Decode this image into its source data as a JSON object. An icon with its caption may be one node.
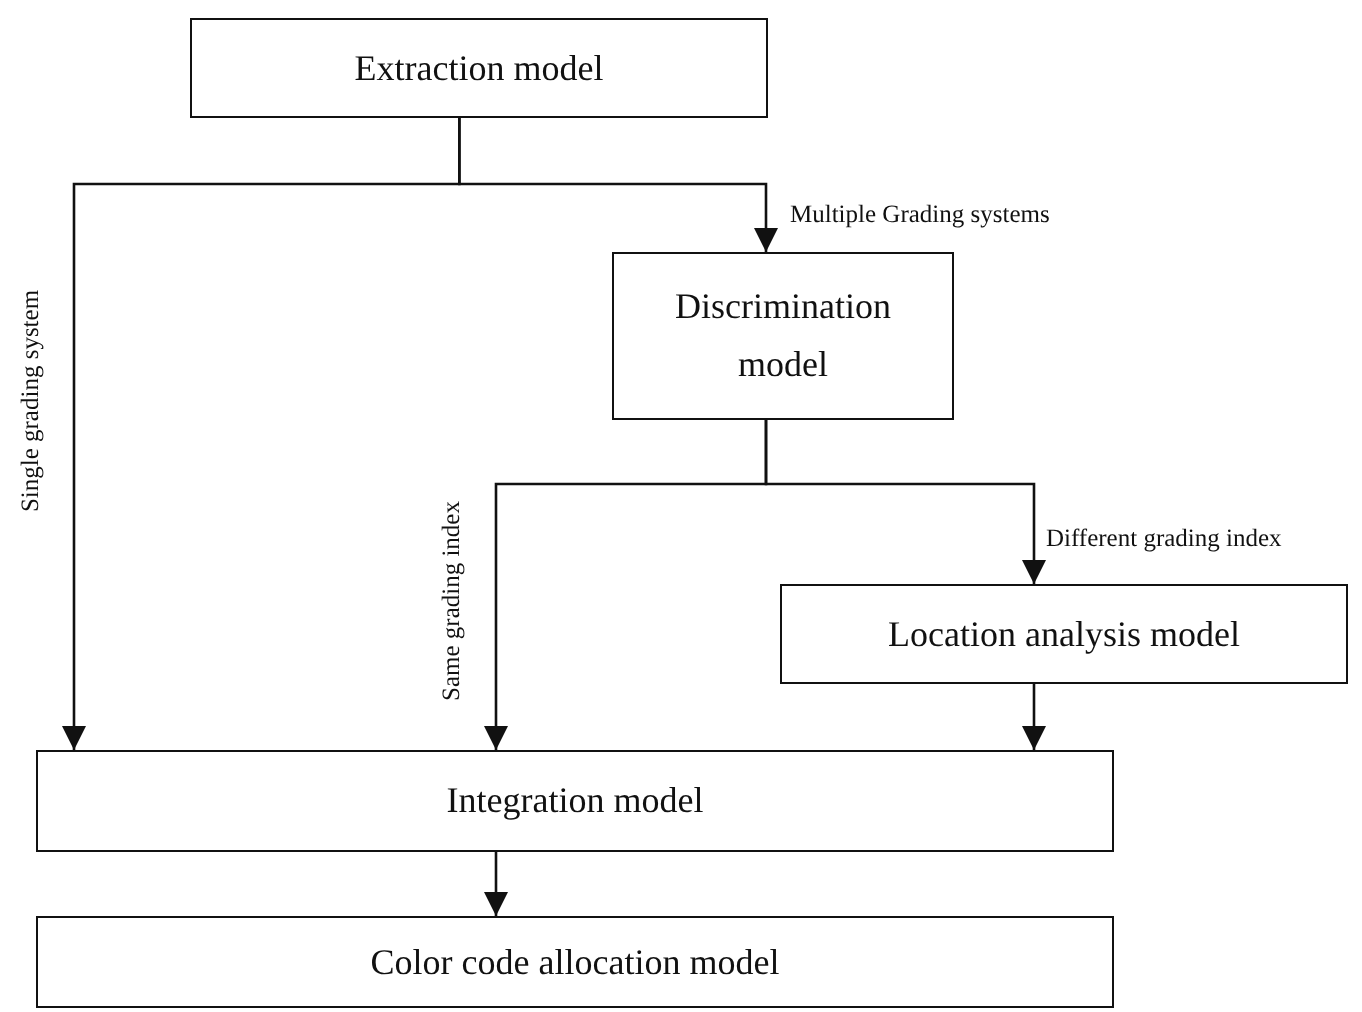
{
  "diagram": {
    "nodes": [
      {
        "text": [
          "Extraction model"
        ]
      },
      {
        "text": [
          "Discrimination model"
        ]
      },
      {
        "text": [
          "Location analysis model"
        ]
      },
      {
        "text": [
          "Integration model"
        ]
      },
      {
        "text": [
          "Color code allocation model"
        ]
      }
    ],
    "edges": [
      {
        "from": 0,
        "to": 1,
        "arrow": "to",
        "label": "Multiple Grading systems"
      },
      {
        "from": 0,
        "to": 3,
        "arrow": "to",
        "label": "Single grading system"
      },
      {
        "from": 1,
        "to": 3,
        "arrow": "to",
        "label": "Same grading index"
      },
      {
        "from": 1,
        "to": 2,
        "arrow": "to",
        "label": "Different grading index"
      },
      {
        "from": 2,
        "to": 3,
        "arrow": "to"
      },
      {
        "from": 3,
        "to": 4,
        "arrow": "to"
      }
    ]
  }
}
